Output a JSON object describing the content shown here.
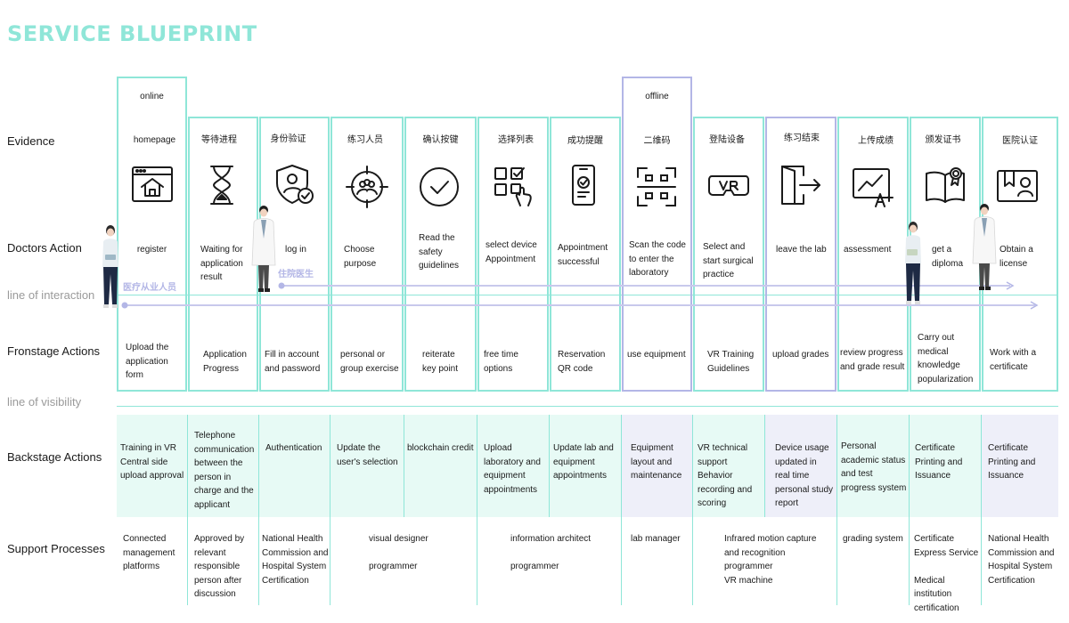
{
  "title": "SERVICE BLUEPRINT",
  "row_labels": {
    "evidence": "Evidence",
    "doctors_action": "Doctors Action",
    "line_of_interaction": "line of interaction",
    "frontstage": "Fronstage Actions",
    "line_of_visibility": "line of visibility",
    "backstage": "Backstage Actions",
    "support": "Support Processes"
  },
  "phases": {
    "online": "online",
    "offline": "offline"
  },
  "person_tags": {
    "practitioner": "医疗从业人员",
    "resident": "住院医生"
  },
  "columns": [
    {
      "evidence": "homepage",
      "icon": "house-browser-icon",
      "action": "register",
      "front": "Upload the\napplication\nform",
      "back": "Training in VR\nCentral side\nupload approval",
      "support": "Connected\nmanagement\nplatforms"
    },
    {
      "evidence": "等待进程",
      "icon": "hourglass-icon",
      "action": "Waiting for\napplication\nresult",
      "front": "Application\nProgress",
      "back": "Telephone\ncommunication\nbetween the\nperson in\ncharge and the\napplicant",
      "support": "Approved by\nrelevant\nresponsible\nperson after\ndiscussion"
    },
    {
      "evidence": "身份验证",
      "icon": "shield-user-check-icon",
      "action": "log in",
      "front": "Fill in account\nand password",
      "back": "Authentication",
      "support": "National Health\nCommission and\nHospital System\nCertification"
    },
    {
      "evidence": "练习人员",
      "icon": "target-group-icon",
      "action": "Choose\npurpose",
      "front": "personal or\ngroup exercise",
      "back": "Update the\nuser's selection",
      "support": "visual designer\n\nprogrammer"
    },
    {
      "evidence": "确认按键",
      "icon": "check-circle-icon",
      "action": "Read the\nsafety\nguidelines",
      "front": "reiterate\nkey point",
      "back": "blockchain credit",
      "support": ""
    },
    {
      "evidence": "选择列表",
      "icon": "select-grid-icon",
      "action": "select device\nAppointment",
      "front": "free time\noptions",
      "back": "Upload\nlaboratory and\nequipment\nappointments",
      "support": "information architect\n\nprogrammer"
    },
    {
      "evidence": "成功提醒",
      "icon": "phone-check-icon",
      "action": "Appointment\nsuccessful",
      "front": "Reservation\nQR code",
      "back": "Update lab and\nequipment\nappointments",
      "support": ""
    },
    {
      "evidence": "二维码",
      "icon": "qr-scan-icon",
      "action": "Scan the code\nto enter the\nlaboratory",
      "front": "use equipment",
      "back": "Equipment\nlayout and\nmaintenance",
      "support": "lab manager"
    },
    {
      "evidence": "登陆设备",
      "icon": "vr-headset-icon",
      "action": "Select and\nstart surgical\npractice",
      "front": "VR Training\nGuidelines",
      "back": "VR technical\nsupport\nBehavior\nrecording and\nscoring",
      "support": "Infrared motion capture\nand recognition\nprogrammer\nVR machine"
    },
    {
      "evidence": "练习结束",
      "icon": "exit-door-icon",
      "action": "leave the lab",
      "front": "upload grades",
      "back": "Device usage\nupdated in\nreal time\npersonal study\nreport",
      "support": ""
    },
    {
      "evidence": "上传成绩",
      "icon": "chart-grade-icon",
      "action": "assessment",
      "front": "review progress\nand grade result",
      "back": "Personal\nacademic status\nand test\nprogress system",
      "support": "grading system"
    },
    {
      "evidence": "颁发证书",
      "icon": "book-award-icon",
      "action": "get a\ndiploma",
      "front": "Carry out\nmedical\nknowledge\npopularization",
      "back": "Certificate\nPrinting and\nIssuance",
      "support": "Certificate\nExpress Service\n\nMedical\ninstitution\ncertification"
    },
    {
      "evidence": "医院认证",
      "icon": "id-badge-icon",
      "action": "Obtain a\nlicense",
      "front": "Work with a\ncertificate",
      "back": "Certificate\nPrinting and\nIssuance",
      "support": "National Health\nCommission and\nHospital System\nCertification"
    }
  ],
  "colors": {
    "accent": "#8fe6d8",
    "lavender": "#b3b6e6",
    "mint_fill": "#e7faf5",
    "lavender_fill": "#eeeff9"
  }
}
